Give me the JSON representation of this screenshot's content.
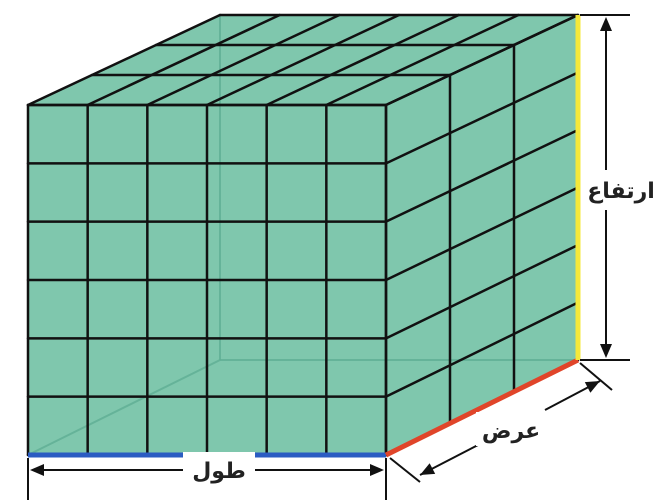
{
  "diagram": {
    "labels": {
      "length": "طول",
      "width": "عرض",
      "height": "ارتفاع"
    },
    "grid": {
      "front_cols": 6,
      "front_rows": 6,
      "depth_cells": 3
    },
    "colors": {
      "fill": "#7fc7ad",
      "fill_dark": "#5fae94",
      "grid_line": "#111111",
      "length_edge": "#2b5cc2",
      "width_edge": "#e0452a",
      "height_edge": "#f4e83a",
      "arrow": "#111111"
    }
  }
}
